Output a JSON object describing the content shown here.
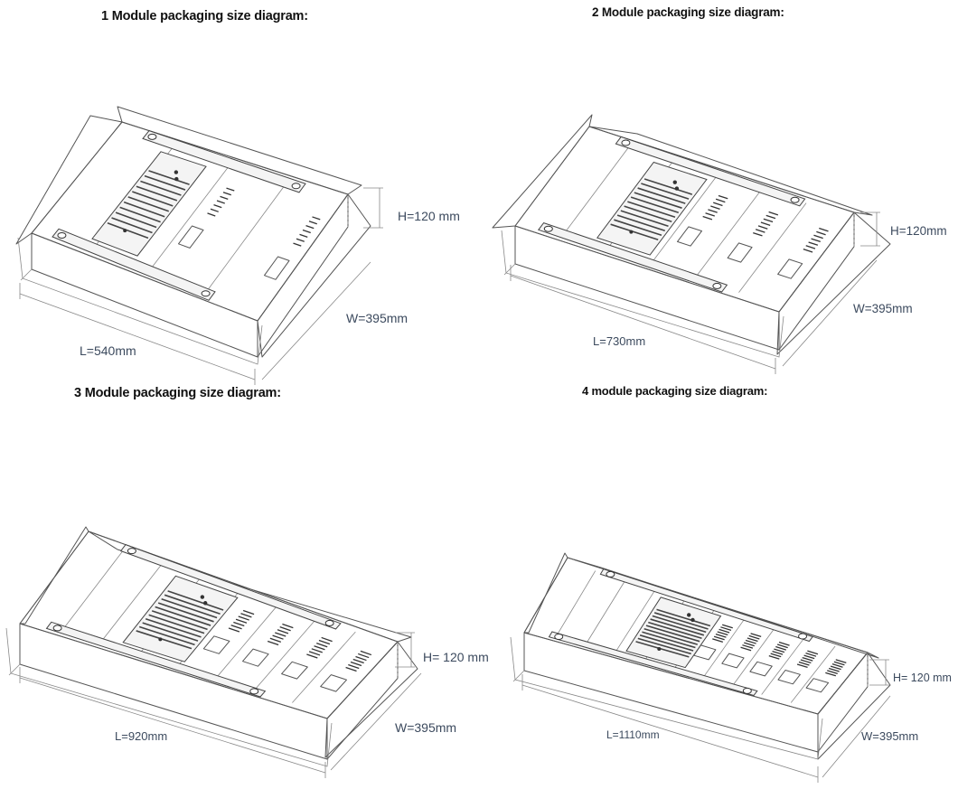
{
  "panels": [
    {
      "id": "p1",
      "title": "1 Module packaging size diagram:",
      "modules": 1,
      "height_label": "H=120 mm",
      "width_label": "W=395mm",
      "length_label": "L=540mm"
    },
    {
      "id": "p2",
      "title": "2 Module packaging size diagram:",
      "modules": 2,
      "height_label": "H=120mm",
      "width_label": "W=395mm",
      "length_label": "L=730mm"
    },
    {
      "id": "p3",
      "title": "3 Module packaging size diagram:",
      "modules": 3,
      "height_label": "H= 120 mm",
      "width_label": "W=395mm",
      "length_label": "L=920mm"
    },
    {
      "id": "p4",
      "title": "4 module packaging size diagram:",
      "modules": 4,
      "height_label": "H= 120 mm",
      "width_label": "W=395mm",
      "length_label": "L=1110mm"
    }
  ],
  "colors": {
    "line": "#555555",
    "dimension_text": "#3c4a5e",
    "title": "#111111"
  }
}
